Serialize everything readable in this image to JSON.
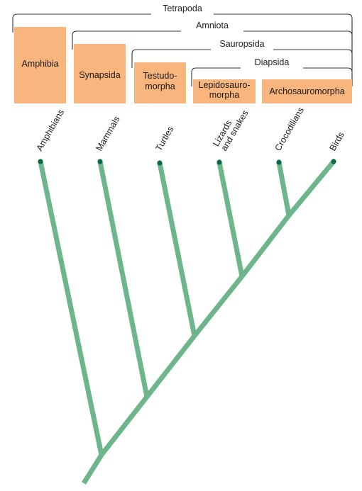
{
  "colors": {
    "branch": "#6db58a",
    "tip_dot": "#0b6b47",
    "box_fill": "#f8b57e",
    "bracket": "#333333"
  },
  "brackets": [
    {
      "id": "tetrapoda",
      "label": "Tetrapoda"
    },
    {
      "id": "amniota",
      "label": "Amniota"
    },
    {
      "id": "sauropsida",
      "label": "Sauropsida"
    },
    {
      "id": "diapsida",
      "label": "Diapsida"
    }
  ],
  "groups": [
    {
      "id": "amphibia",
      "lines": [
        "Amphibia"
      ]
    },
    {
      "id": "synapsida",
      "lines": [
        "Synapsida"
      ]
    },
    {
      "id": "testudomorpha",
      "lines": [
        "Testudo-",
        "morpha"
      ]
    },
    {
      "id": "lepidosauromorpha",
      "lines": [
        "Lepidosauro-",
        "morpha"
      ]
    },
    {
      "id": "archosauromorpha",
      "lines": [
        "Archosauromorpha"
      ]
    }
  ],
  "taxa": [
    {
      "id": "amphibians",
      "lines": [
        "Amphibians"
      ]
    },
    {
      "id": "mammals",
      "lines": [
        "Mammals"
      ]
    },
    {
      "id": "turtles",
      "lines": [
        "Turtles"
      ]
    },
    {
      "id": "lizards-and-snakes",
      "lines": [
        "Lizards",
        "and snakes"
      ]
    },
    {
      "id": "crocodilians",
      "lines": [
        "Crocodilians"
      ]
    },
    {
      "id": "birds",
      "lines": [
        "Birds"
      ]
    }
  ]
}
